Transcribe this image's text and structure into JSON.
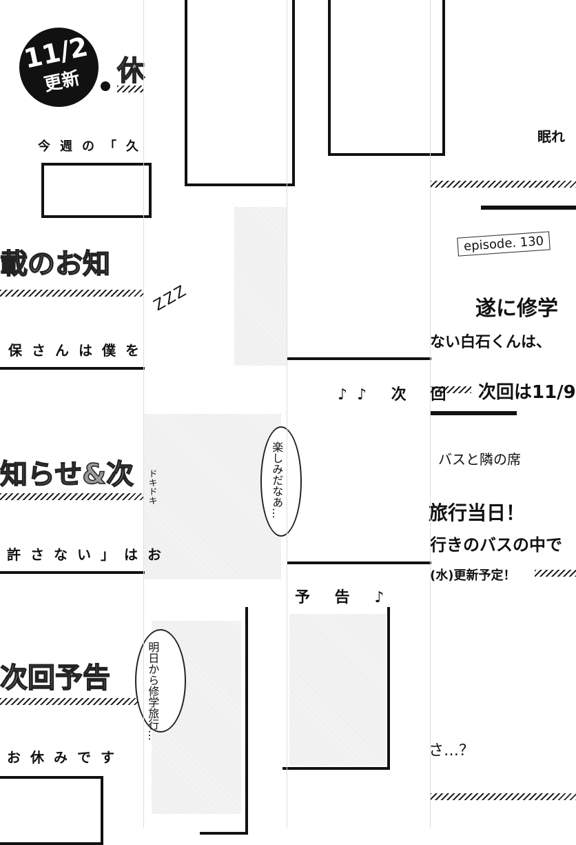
{
  "badge": {
    "date": "11/2",
    "label": "更新"
  },
  "fragments": {
    "kyu": "休",
    "konshu": "今週の「久",
    "nemure": "眠れ",
    "episode": "episode. 130",
    "tsuini": "遂に修学",
    "shiraishi": "ない白石くんは、",
    "jikai_date": "次回は11/9",
    "bus": "バスと隣の席",
    "ryoko": "旅行当日！",
    "bus2": "行きのバスの中で",
    "yotei": "(水)更新予定！",
    "sa": "さ…？",
    "oshirase": "載のお知",
    "hosan": "保さんは僕を",
    "zzz": "ZZZ",
    "jikai_note": "♪♪ 次 回",
    "shirase2": "知らせ&次",
    "yurusanai": "許さない」はお",
    "tanoshimi": "楽しみだなあ…",
    "dokidoki": "ドキドキ",
    "yokoku_note": "予 告 ♪",
    "jikai_yokoku": "次回予告",
    "oyasumi": "お休みです",
    "ashita": "明日から修学旅行…"
  }
}
